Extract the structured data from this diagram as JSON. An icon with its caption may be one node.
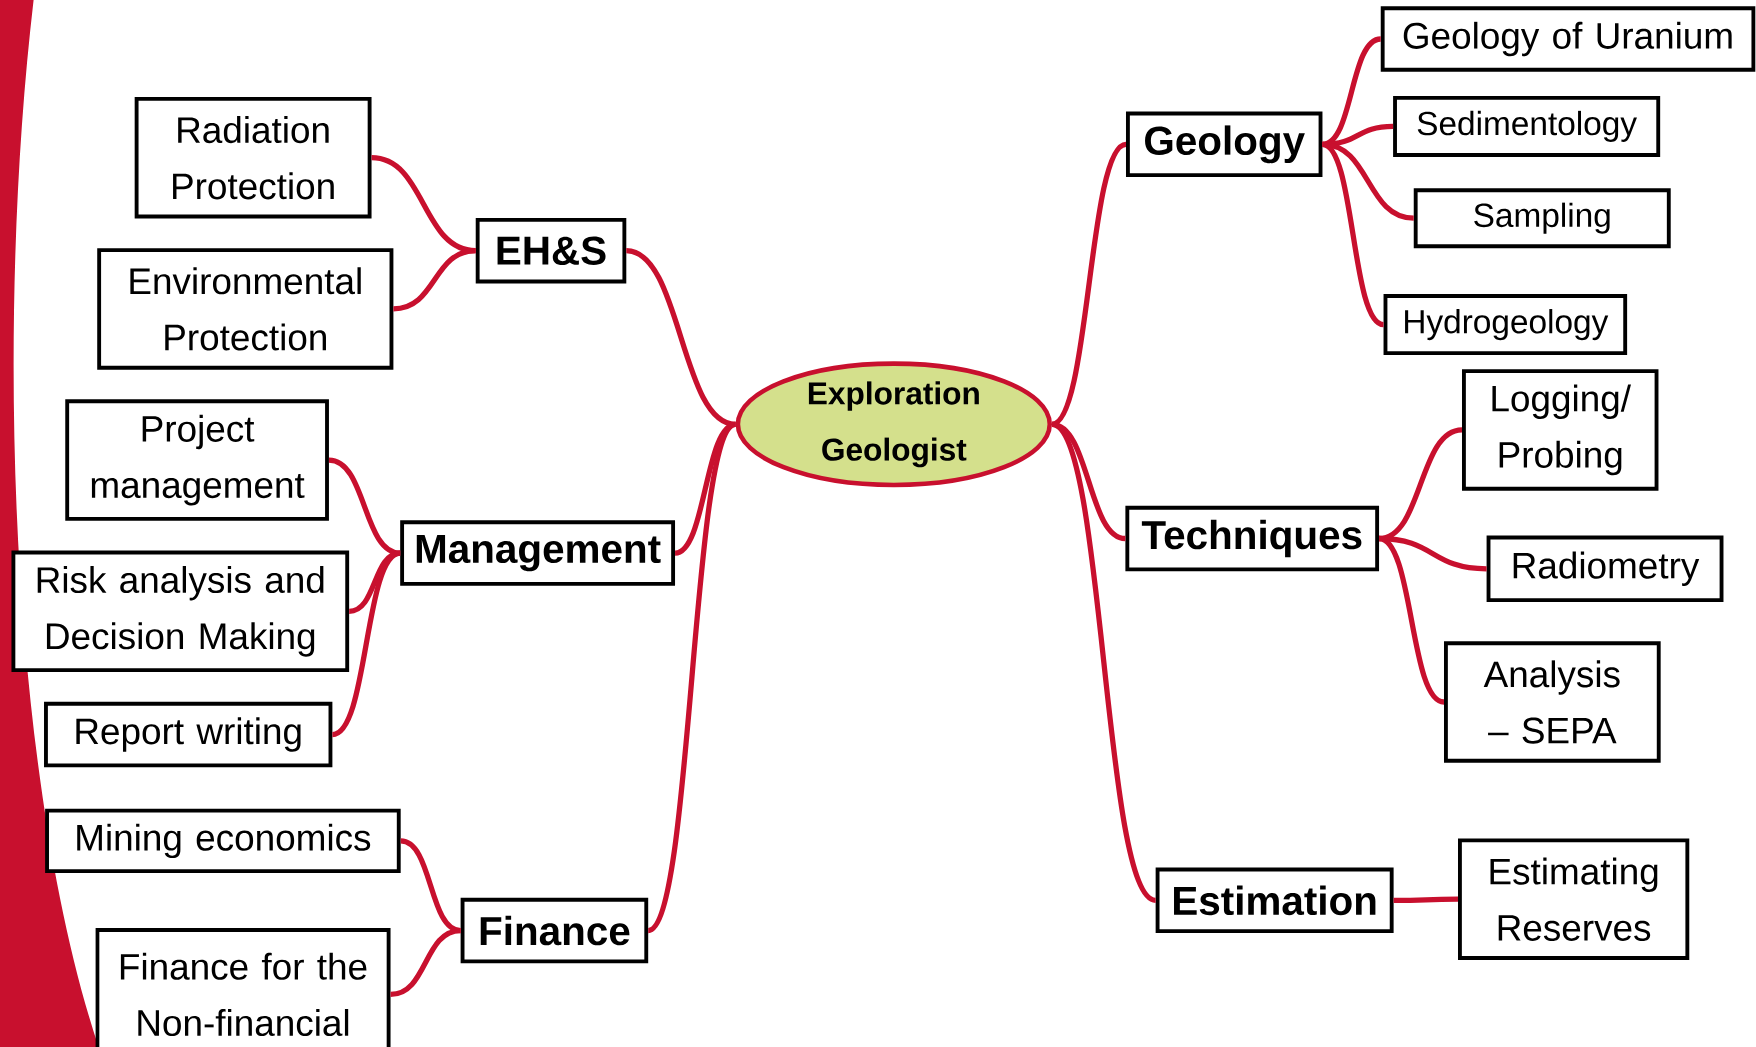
{
  "diagram": {
    "nodes": [
      {
        "text": [
          "Exploration Geologist"
        ]
      },
      {
        "text": [
          "EH&S"
        ]
      },
      {
        "text": [
          "Radiation Protection"
        ]
      },
      {
        "text": [
          "Environmental Protection"
        ]
      },
      {
        "text": [
          "Management"
        ]
      },
      {
        "text": [
          "Project management"
        ]
      },
      {
        "text": [
          "Risk analysis and Decision Making"
        ]
      },
      {
        "text": [
          "Report writing"
        ]
      },
      {
        "text": [
          "Finance"
        ]
      },
      {
        "text": [
          "Mining economics"
        ]
      },
      {
        "text": [
          "Finance for the Non-financial"
        ]
      },
      {
        "text": [
          "Geology"
        ]
      },
      {
        "text": [
          "Geology of Uranium"
        ]
      },
      {
        "text": [
          "Sedimentology"
        ]
      },
      {
        "text": [
          "Sampling"
        ]
      },
      {
        "text": [
          "Hydrogeology"
        ]
      },
      {
        "text": [
          "Techniques"
        ]
      },
      {
        "text": [
          "Logging/ Probing"
        ]
      },
      {
        "text": [
          "Radiometry"
        ]
      },
      {
        "text": [
          "Analysis – SEPA"
        ]
      },
      {
        "text": [
          "Estimation"
        ]
      },
      {
        "text": [
          "Estimating Reserves"
        ]
      }
    ],
    "edges": [
      {
        "from": 0,
        "to": 1,
        "arrow": "none"
      },
      {
        "from": 0,
        "to": 4,
        "arrow": "none"
      },
      {
        "from": 0,
        "to": 8,
        "arrow": "none"
      },
      {
        "from": 0,
        "to": 11,
        "arrow": "none"
      },
      {
        "from": 0,
        "to": 16,
        "arrow": "none"
      },
      {
        "from": 0,
        "to": 20,
        "arrow": "none"
      },
      {
        "from": 1,
        "to": 2,
        "arrow": "none"
      },
      {
        "from": 1,
        "to": 3,
        "arrow": "none"
      },
      {
        "from": 4,
        "to": 5,
        "arrow": "none"
      },
      {
        "from": 4,
        "to": 6,
        "arrow": "none"
      },
      {
        "from": 4,
        "to": 7,
        "arrow": "none"
      },
      {
        "from": 8,
        "to": 9,
        "arrow": "none"
      },
      {
        "from": 8,
        "to": 10,
        "arrow": "none"
      },
      {
        "from": 11,
        "to": 12,
        "arrow": "none"
      },
      {
        "from": 11,
        "to": 13,
        "arrow": "none"
      },
      {
        "from": 11,
        "to": 14,
        "arrow": "none"
      },
      {
        "from": 11,
        "to": 15,
        "arrow": "none"
      },
      {
        "from": 16,
        "to": 17,
        "arrow": "none"
      },
      {
        "from": 16,
        "to": 18,
        "arrow": "none"
      },
      {
        "from": 16,
        "to": 19,
        "arrow": "none"
      },
      {
        "from": 20,
        "to": 21,
        "arrow": "none"
      }
    ]
  }
}
